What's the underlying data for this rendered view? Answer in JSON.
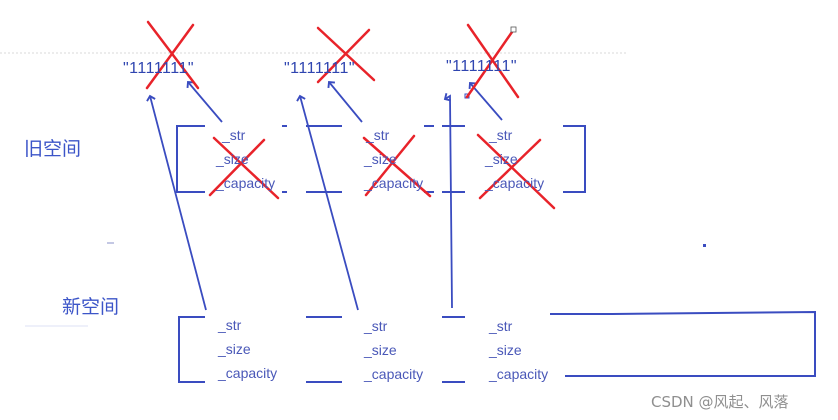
{
  "labels": {
    "old_space": "旧空间",
    "new_space": "新空间"
  },
  "strings": [
    "\"1111111\"",
    "\"1111111\"",
    "\"1111111\""
  ],
  "members": {
    "str": "_str",
    "size": "_size",
    "capacity": "_capacity"
  },
  "watermark": "CSDN @风起、风落",
  "colors": {
    "ink": "#3a4cc0",
    "cross": "#e8232a",
    "text": "#3f4fb4"
  }
}
